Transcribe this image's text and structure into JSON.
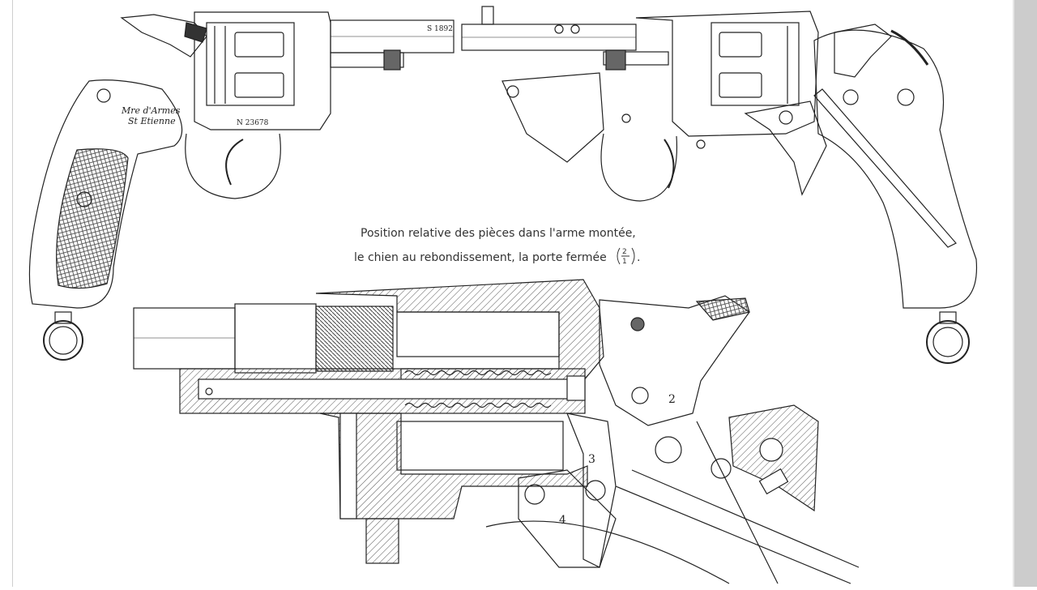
{
  "caption": {
    "line1": "Position relative des pièces dans l'arme montée,",
    "line2": "le chien au rebondissement, la porte fermée",
    "scale_num": "2",
    "scale_den": "1",
    "scale_tail": "."
  },
  "left_revolver": {
    "maker_line1": "Mre d'Armes",
    "maker_line2": "St Etienne",
    "serial": "N 23678",
    "barrel_mark": "S 1892"
  },
  "section_view": {
    "callout_2": "2",
    "callout_3": "3",
    "callout_4": "4"
  },
  "colors": {
    "ink": "#222222",
    "hatch": "#555555",
    "scrollbar": "#cccccc"
  }
}
